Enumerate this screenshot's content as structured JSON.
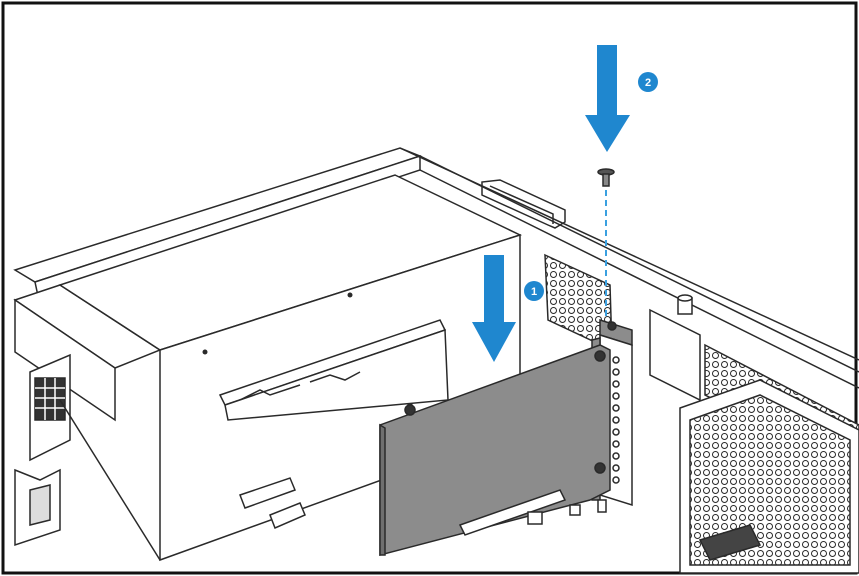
{
  "colors": {
    "line": "#2a2a2a",
    "card": "#8c8c8c",
    "card_dark": "#6f6f6f",
    "arrow": "#1f87cf",
    "guide": "#3aa0e0",
    "badge": "#1f87cf",
    "badge_text": "#ffffff",
    "background": "#ffffff"
  },
  "steps": [
    {
      "number": "1",
      "meaning": "insert-card-arrow"
    },
    {
      "number": "2",
      "meaning": "insert-screw-arrow"
    }
  ],
  "icons": [
    "down-arrow-icon",
    "screw-icon",
    "step-badge-icon"
  ]
}
